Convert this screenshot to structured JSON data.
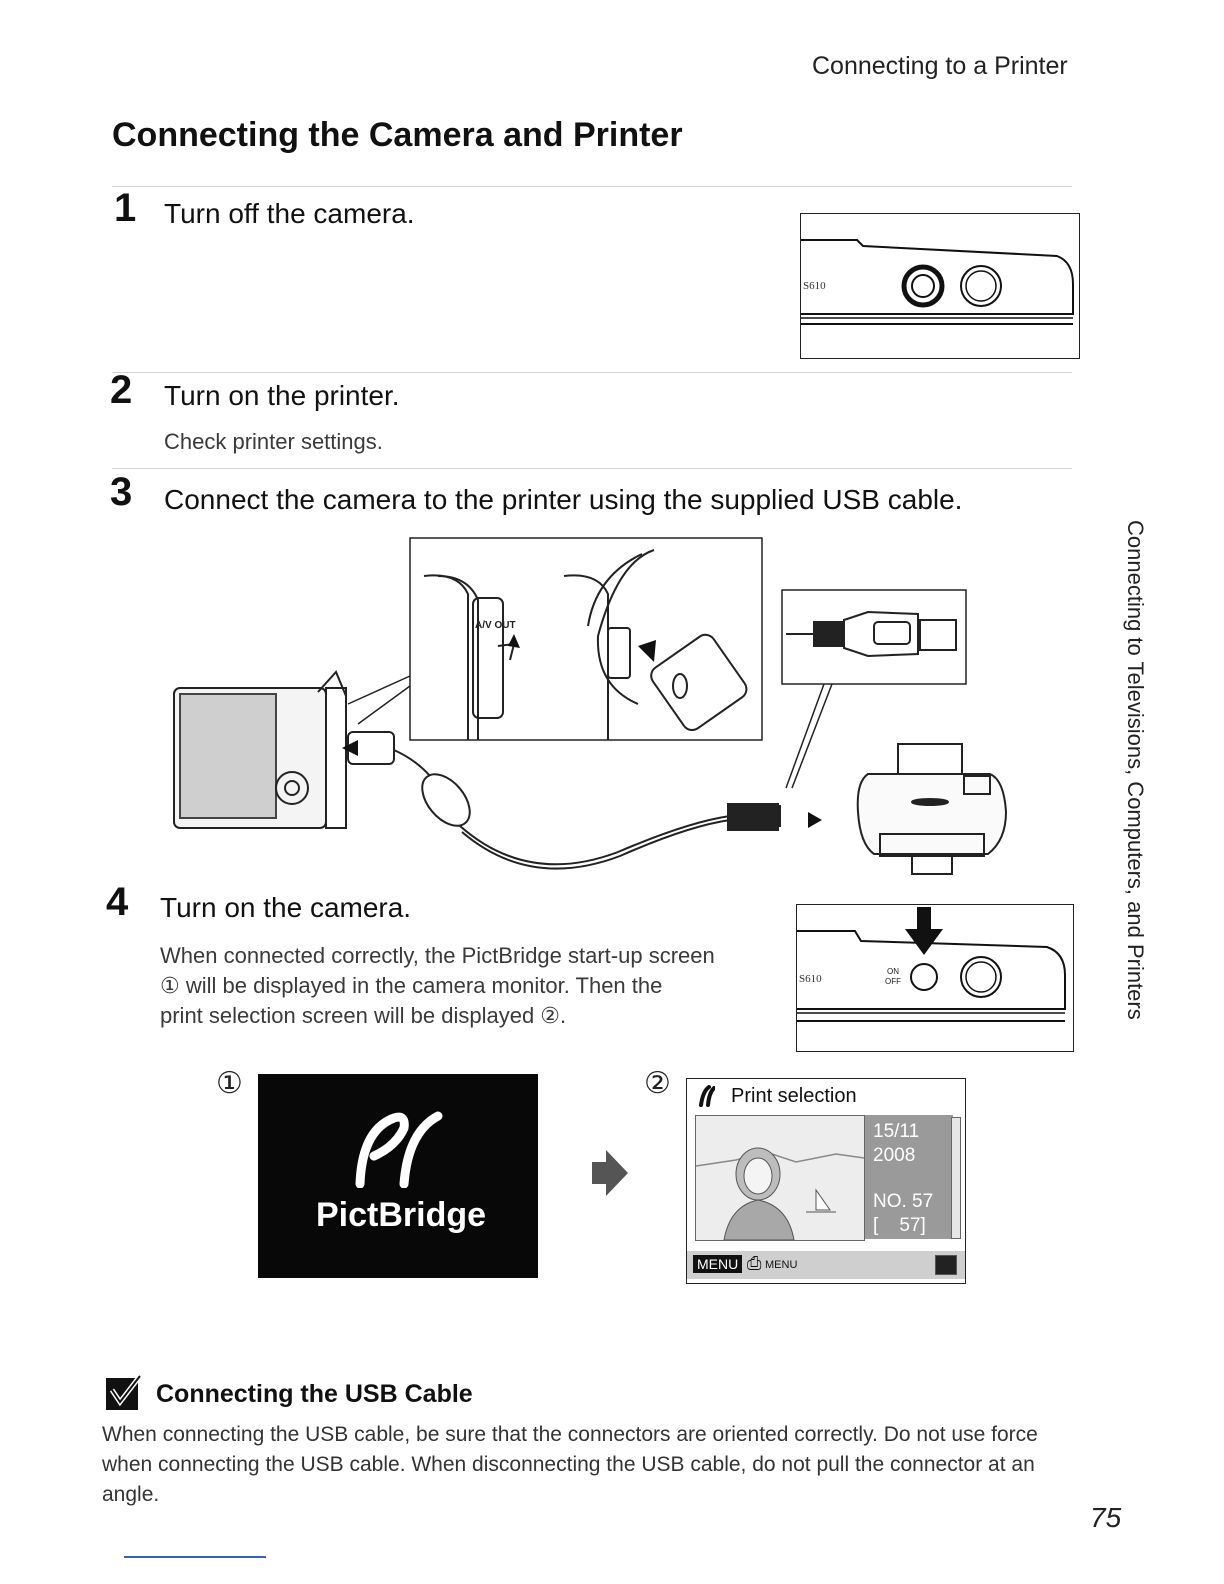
{
  "header": {
    "running_title": "Connecting to a Printer"
  },
  "page_title": "Connecting the Camera and Printer",
  "steps": [
    {
      "number": "1",
      "text": "Turn off the camera."
    },
    {
      "number": "2",
      "text": "Turn on the printer.",
      "sub": "Check printer settings."
    },
    {
      "number": "3",
      "text": "Connect the camera to the printer using the supplied USB cable."
    },
    {
      "number": "4",
      "text": "Turn on the camera.",
      "sub_lines": [
        "When connected correctly, the PictBridge start-up screen",
        "① will be displayed in the camera monitor. Then the",
        "print selection screen will be displayed ②."
      ]
    }
  ],
  "figures": {
    "camera_model": "S610",
    "switch_on": "ON",
    "switch_off": "OFF",
    "av_out": "A/V OUT",
    "marker_1": "①",
    "marker_2": "②",
    "pictbridge_label": "PictBridge",
    "print_selection": {
      "title": "Print selection",
      "date_day": "15/11",
      "date_year": "2008",
      "no": "NO. 57",
      "count": "[    57]",
      "menu_key": "MENU",
      "menu_sub": "MENU"
    }
  },
  "side_tab": "Connecting to Televisions, Computers, and Printers",
  "note": {
    "title": "Connecting the USB Cable",
    "body": "When connecting the USB cable, be sure that the connectors are oriented correctly. Do not use force when connecting the USB cable. When disconnecting the USB cable, do not pull the connector at an angle."
  },
  "page_number": "75"
}
